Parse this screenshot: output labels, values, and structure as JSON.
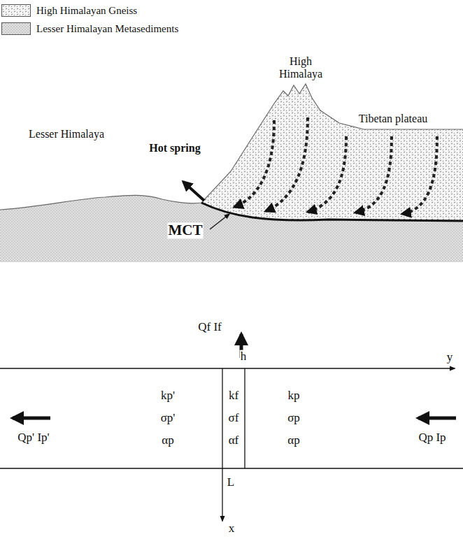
{
  "diagram": {
    "labels": [
      "Lesser Himalaya",
      "Hot spring",
      "High Himalaya",
      "Tibetan plateau",
      "MCT",
      "Qf If",
      "h",
      "y",
      "kp'",
      "σp'",
      "αp",
      "kf",
      "σf",
      "αf",
      "kp",
      "σp",
      "αp",
      "Qp' Ip'",
      "Qp Ip",
      "L",
      "x"
    ],
    "legend": [
      {
        "text": "High Himalayan Gneiss"
      },
      {
        "text": "Lesser Himalayan Metasediments"
      }
    ]
  }
}
